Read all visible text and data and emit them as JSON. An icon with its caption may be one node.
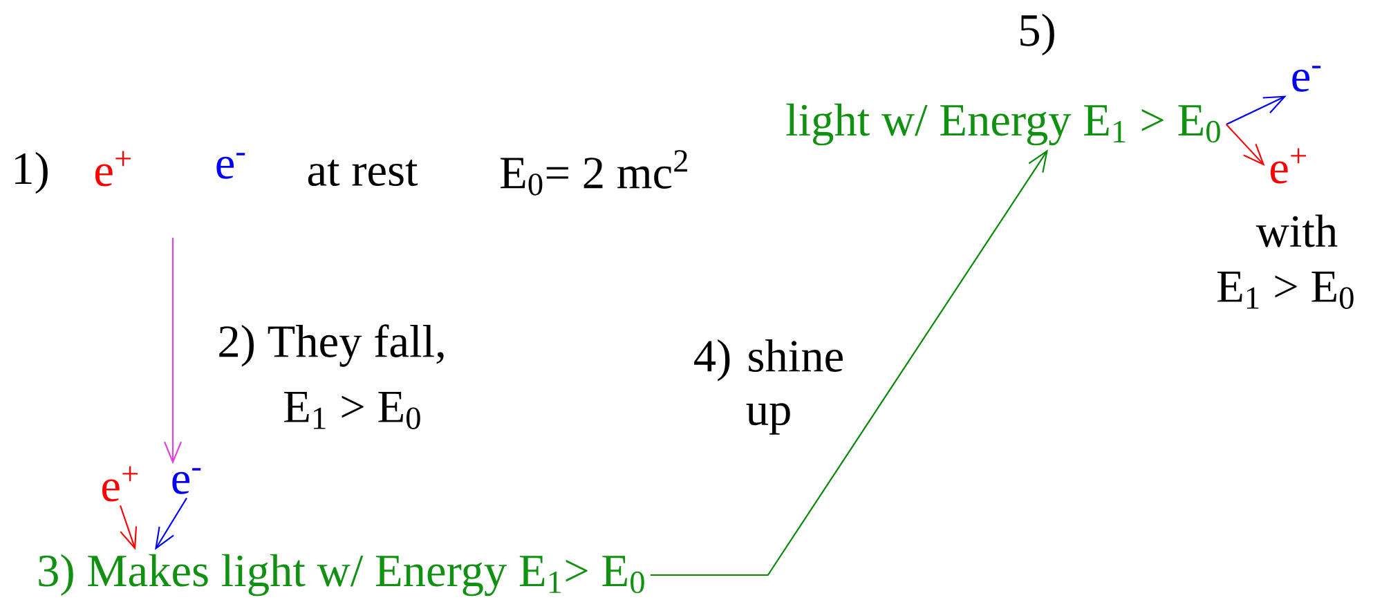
{
  "diagram": {
    "nodes": [
      {
        "text": [
          "e$^{+}$"
        ]
      },
      {
        "text": [
          "e$^{-}$"
        ]
      },
      {
        "text": [
          "e$^{+}$"
        ]
      },
      {
        "text": [
          "e$^{-}$"
        ]
      },
      {
        "text": [
          "3) Makes light w/ Energy E$_{1}$> E$_{0}$"
        ]
      },
      {
        "text": [
          "light w/ Energy E$_{1}$ > E$_{0}$"
        ]
      },
      {
        "text": [
          "e$^{-}$"
        ]
      },
      {
        "text": [
          "e$^{+}$"
        ]
      }
    ],
    "edges": [
      {
        "from": null,
        "to": 3,
        "arrow": "to",
        "color": "#e040e0"
      },
      {
        "from": 2,
        "to": 4,
        "arrow": "to",
        "color": "#ff0000"
      },
      {
        "from": 3,
        "to": 4,
        "arrow": "to",
        "color": "#0000ff"
      },
      {
        "from": 4,
        "to": 5,
        "arrow": "to",
        "color": "#008800"
      },
      {
        "from": 5,
        "to": 6,
        "arrow": "to",
        "color": "#0000ff"
      },
      {
        "from": 5,
        "to": 7,
        "arrow": "to",
        "color": "#ff0000"
      }
    ],
    "labels": [
      "1)",
      "at rest",
      "E$_{0}$= 2 mc$^{2}$",
      "2) They fall,",
      "E$_{1}$ > E$_{0}$",
      "4) shine up",
      "5)",
      "with",
      "E$_{1}$ > E$_{0}$"
    ]
  }
}
